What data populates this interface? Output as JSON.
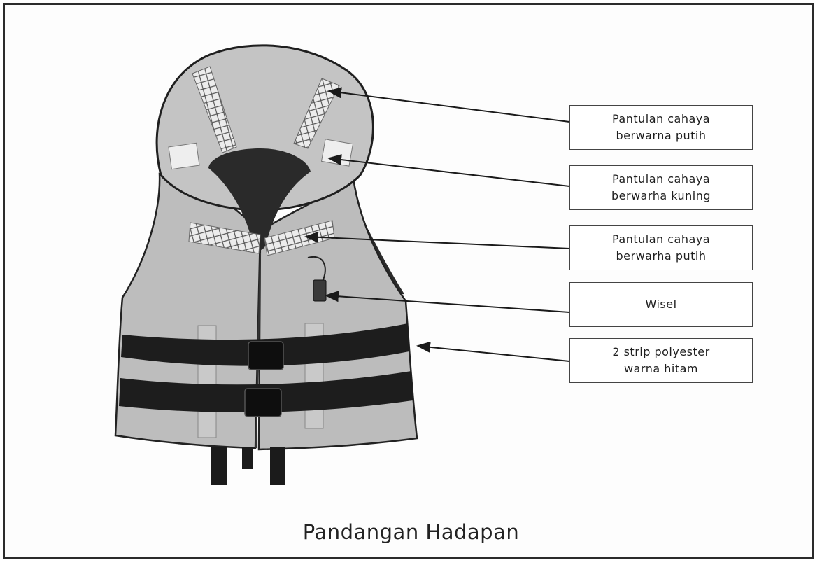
{
  "labels": [
    {
      "text": "Pantulan cahaya\nberwarna putih"
    },
    {
      "text": "Pantulan cahaya\nberwarha kuning"
    },
    {
      "text": "Pantulan cahaya\nberwarha putih"
    },
    {
      "text": "Wisel"
    },
    {
      "text": "2 strip polyester\nwarna hitam"
    }
  ],
  "caption": "Pandangan Hadapan",
  "colors": {
    "vest": "#bdbdbd",
    "vest_shadow": "#a3a3a3",
    "strap": "#1d1d1d",
    "reflector": "#e8e8e8",
    "outline": "#222222"
  }
}
